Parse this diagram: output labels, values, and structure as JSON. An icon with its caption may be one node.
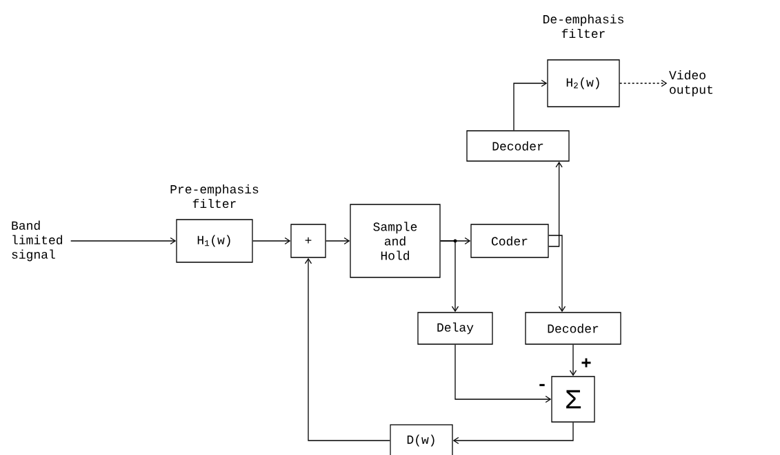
{
  "diagram": {
    "nodes": [
      {
        "text": [
          "Band limited signal"
        ]
      },
      {
        "text": [
          "Pre-emphasis filter",
          "H$_{1}$(w)"
        ]
      },
      {
        "text": [
          "+"
        ]
      },
      {
        "text": [
          "Sample and Hold"
        ]
      },
      {
        "text": [
          "Coder"
        ]
      },
      {
        "text": [
          "Decoder"
        ]
      },
      {
        "text": [
          "De-emphasis filter",
          "H$_{2}$(w)"
        ]
      },
      {
        "text": [
          "Video output"
        ]
      },
      {
        "text": [
          "Delay"
        ]
      },
      {
        "text": [
          "Decoder"
        ]
      },
      {
        "text": [
          "Σ"
        ]
      },
      {
        "text": [
          "D(w)"
        ]
      }
    ],
    "edges": [
      {
        "from": 0,
        "to": 1,
        "arrow": "to"
      },
      {
        "from": 1,
        "to": 2,
        "arrow": "to"
      },
      {
        "from": 2,
        "to": 3,
        "arrow": "to"
      },
      {
        "from": 3,
        "to": 4,
        "arrow": "to"
      },
      {
        "from": 3,
        "to": 8,
        "arrow": "to"
      },
      {
        "from": 4,
        "to": 5,
        "arrow": "to"
      },
      {
        "from": 5,
        "to": 6,
        "arrow": "to"
      },
      {
        "from": 6,
        "to": 7,
        "arrow": "to",
        "style": "dashed"
      },
      {
        "from": 4,
        "to": 9,
        "arrow": "to"
      },
      {
        "from": 9,
        "to": 10,
        "arrow": "to",
        "label": "+"
      },
      {
        "from": 8,
        "to": 10,
        "arrow": "to",
        "label": "-"
      },
      {
        "from": 10,
        "to": 11,
        "arrow": "to"
      },
      {
        "from": 11,
        "to": 2,
        "arrow": "to"
      }
    ]
  }
}
